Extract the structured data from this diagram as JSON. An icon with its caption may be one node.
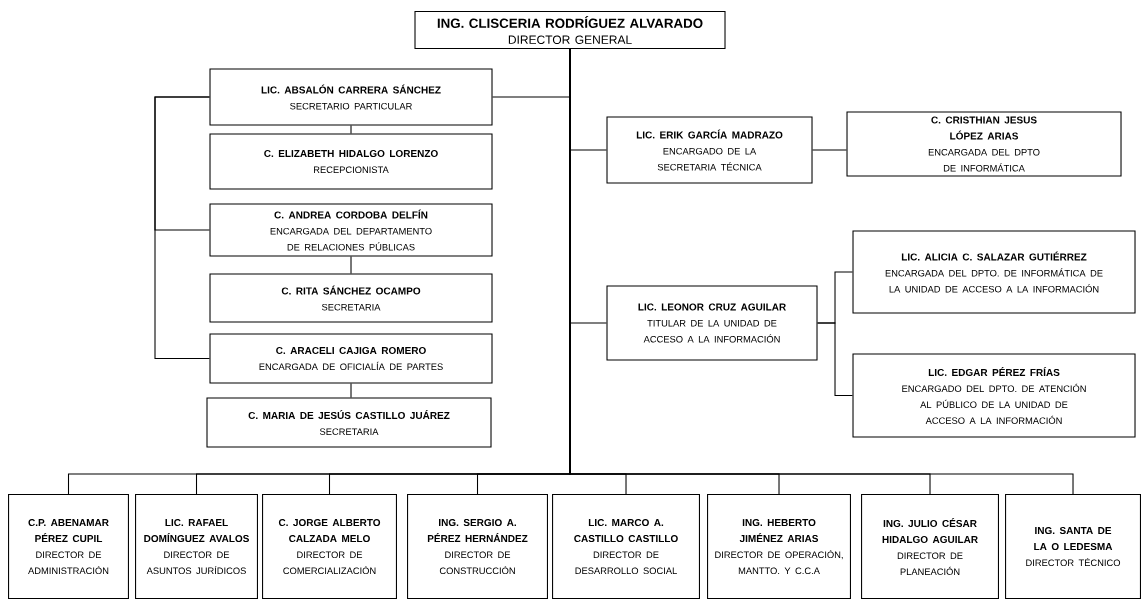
{
  "diagram": {
    "nodes": [
      {
        "text": [
          "ING. CLISCERIA RODRÍGUEZ ALVARADO",
          "DIRECTOR GENERAL"
        ]
      },
      {
        "text": [
          "LIC. ABSALÓN CARRERA SÁNCHEZ",
          "SECRETARIO PARTICULAR"
        ]
      },
      {
        "text": [
          "C. ELIZABETH HIDALGO LORENZO",
          "RECEPCIONISTA"
        ]
      },
      {
        "text": [
          "C. ANDREA CORDOBA DELFÍN",
          "ENCARGADA DEL DEPARTAMENTO DE RELACIONES PÚBLICAS"
        ]
      },
      {
        "text": [
          "C. RITA SÁNCHEZ OCAMPO",
          "SECRETARIA"
        ]
      },
      {
        "text": [
          "C. ARACELI CAJIGA ROMERO",
          "ENCARGADA DE OFICIALÍA DE PARTES"
        ]
      },
      {
        "text": [
          "C. MARIA DE JESÚS CASTILLO JUÁREZ",
          "SECRETARIA"
        ]
      },
      {
        "text": [
          "LIC. ERIK GARCÍA MADRAZO",
          "ENCARGADO DE LA SECRETARIA TÉCNICA"
        ]
      },
      {
        "text": [
          "C. CRISTHIAN JESUS LÓPEZ ARIAS",
          "ENCARGADA DEL DPTO DE INFORMÁTICA"
        ]
      },
      {
        "text": [
          "LIC. LEONOR CRUZ AGUILAR",
          "TITULAR DE LA UNIDAD DE ACCESO A LA INFORMACIÓN"
        ]
      },
      {
        "text": [
          "LIC. ALICIA C. SALAZAR GUTIÉRREZ",
          "ENCARGADA DEL DPTO. DE INFORMÁTICA DE LA UNIDAD DE ACCESO A LA INFORMACIÓN"
        ]
      },
      {
        "text": [
          "LIC. EDGAR PÉREZ FRÍAS",
          "ENCARGADO DEL DPTO. DE ATENCIÓN AL PÚBLICO DE LA UNIDAD DE ACCESO A LA INFORMACIÓN"
        ]
      },
      {
        "text": [
          "C.P. ABENAMAR PÉREZ CUPIL",
          "DIRECTOR DE ADMINISTRACIÓN"
        ]
      },
      {
        "text": [
          "LIC. RAFAEL DOMÍNGUEZ AVALOS",
          "DIRECTOR DE ASUNTOS JURÍDICOS"
        ]
      },
      {
        "text": [
          "C. JORGE ALBERTO CALZADA MELO",
          "DIRECTOR DE COMERCIALIZACIÓN"
        ]
      },
      {
        "text": [
          "ING. SERGIO A. PÉREZ HERNÁNDEZ",
          "DIRECTOR DE CONSTRUCCIÓN"
        ]
      },
      {
        "text": [
          "LIC. MARCO A. CASTILLO CASTILLO",
          "DIRECTOR DE DESARROLLO SOCIAL"
        ]
      },
      {
        "text": [
          "ING. HEBERTO JIMÉNEZ ARIAS",
          "DIRECTOR DE OPERACIÓN, MANTTO. Y C.C.A"
        ]
      },
      {
        "text": [
          "ING. JULIO CÉSAR HIDALGO AGUILAR",
          "DIRECTOR DE PLANEACIÓN"
        ]
      },
      {
        "text": [
          "ING. SANTA DE LA O LEDESMA",
          "DIRECTOR TÉCNICO"
        ]
      }
    ],
    "edges": [
      {
        "from": 0,
        "to": 1,
        "arrow": "none"
      },
      {
        "from": 1,
        "to": 2,
        "arrow": "none"
      },
      {
        "from": 1,
        "to": 3,
        "arrow": "none"
      },
      {
        "from": 1,
        "to": 5,
        "arrow": "none"
      },
      {
        "from": 3,
        "to": 4,
        "arrow": "none"
      },
      {
        "from": 5,
        "to": 6,
        "arrow": "none"
      },
      {
        "from": 0,
        "to": 7,
        "arrow": "none"
      },
      {
        "from": 7,
        "to": 8,
        "arrow": "none"
      },
      {
        "from": 0,
        "to": 9,
        "arrow": "none"
      },
      {
        "from": 9,
        "to": 10,
        "arrow": "none"
      },
      {
        "from": 9,
        "to": 11,
        "arrow": "none"
      },
      {
        "from": 0,
        "to": 12,
        "arrow": "none"
      },
      {
        "from": 0,
        "to": 13,
        "arrow": "none"
      },
      {
        "from": 0,
        "to": 14,
        "arrow": "none"
      },
      {
        "from": 0,
        "to": 15,
        "arrow": "none"
      },
      {
        "from": 0,
        "to": 16,
        "arrow": "none"
      },
      {
        "from": 0,
        "to": 17,
        "arrow": "none"
      },
      {
        "from": 0,
        "to": 18,
        "arrow": "none"
      },
      {
        "from": 0,
        "to": 19,
        "arrow": "none"
      }
    ]
  }
}
